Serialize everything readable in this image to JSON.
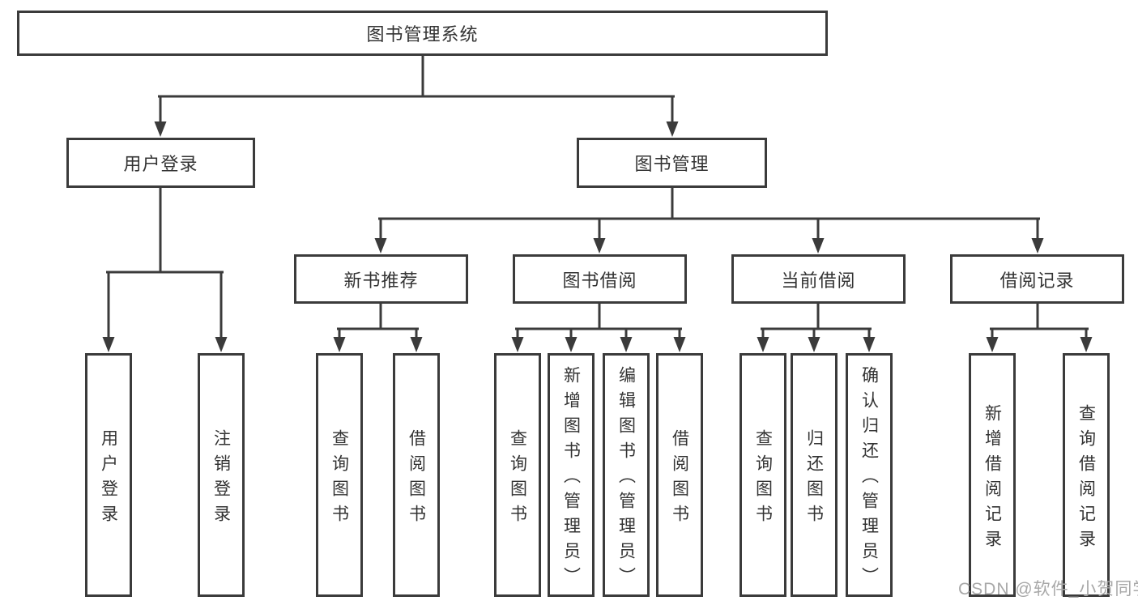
{
  "tree": {
    "label": "图书管理系统",
    "children": [
      {
        "label": "用户登录",
        "children": [
          {
            "label": "用户登录"
          },
          {
            "label": "注销登录"
          }
        ]
      },
      {
        "label": "图书管理",
        "children": [
          {
            "label": "新书推荐",
            "children": [
              {
                "label": "查询图书"
              },
              {
                "label": "借阅图书"
              }
            ]
          },
          {
            "label": "图书借阅",
            "children": [
              {
                "label": "查询图书"
              },
              {
                "label": "新增图书（管理员）"
              },
              {
                "label": "编辑图书（管理员）"
              },
              {
                "label": "借阅图书"
              }
            ]
          },
          {
            "label": "当前借阅",
            "children": [
              {
                "label": "查询图书"
              },
              {
                "label": "归还图书"
              },
              {
                "label": "确认归还（管理员）"
              }
            ]
          },
          {
            "label": "借阅记录",
            "children": [
              {
                "label": "新增借阅记录"
              },
              {
                "label": "查询借阅记录"
              }
            ]
          }
        ]
      }
    ]
  },
  "watermark": {
    "text": "CSDN @软件_小贺同学"
  },
  "colors": {
    "line": "#3b3b3b",
    "text": "#333333",
    "watermark": "#a8a8a8",
    "background": "#ffffff"
  }
}
